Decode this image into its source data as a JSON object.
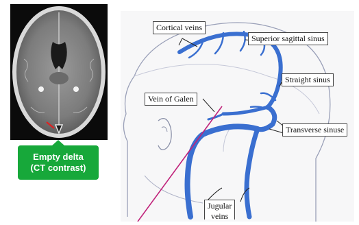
{
  "ct_panel": {
    "badge_line1": "Empty delta",
    "badge_line2": "(CT contrast)",
    "badge_color": "#17a83a",
    "marker_color": "#e02020"
  },
  "illustration": {
    "labels": {
      "cortical_veins": "Cortical veins",
      "superior_sagittal_sinus": "Superior sagittal sinus",
      "straight_sinus": "Straight sinus",
      "vein_of_galen": "Vein of Galen",
      "transverse_sinuses": "Transverse sinuse",
      "jugular_veins_line1": "Jugular",
      "jugular_veins_line2": "veins"
    },
    "vein_color": "#3a6fd0",
    "annotation_line_color": "#c0227a"
  }
}
